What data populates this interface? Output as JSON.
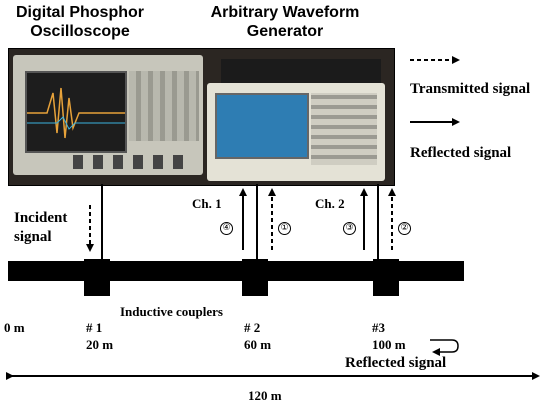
{
  "header": {
    "scope_line1": "Digital Phosphor",
    "scope_line2": "Oscilloscope",
    "awg_line1": "Arbitrary Waveform",
    "awg_line2": "Generator"
  },
  "legend": {
    "transmitted": "Transmitted signal",
    "reflected": "Reflected signal"
  },
  "labels": {
    "incident_line1": "Incident",
    "incident_line2": "signal",
    "ch1": "Ch. 1",
    "ch2": "Ch. 2",
    "couplers": "Inductive couplers",
    "reflected_end": "Reflected signal",
    "distance_total": "120 m"
  },
  "circled": {
    "c1": "①",
    "c2": "②",
    "c3": "③",
    "c4": "④"
  },
  "positions": {
    "origin": "0 m",
    "p1_id": "# 1",
    "p1_dist": "20 m",
    "p2_id": "# 2",
    "p2_dist": "60 m",
    "p3_id": "#3",
    "p3_dist": "100 m"
  },
  "colors": {
    "ink": "#000000",
    "photo_bg": "#2b2622"
  }
}
